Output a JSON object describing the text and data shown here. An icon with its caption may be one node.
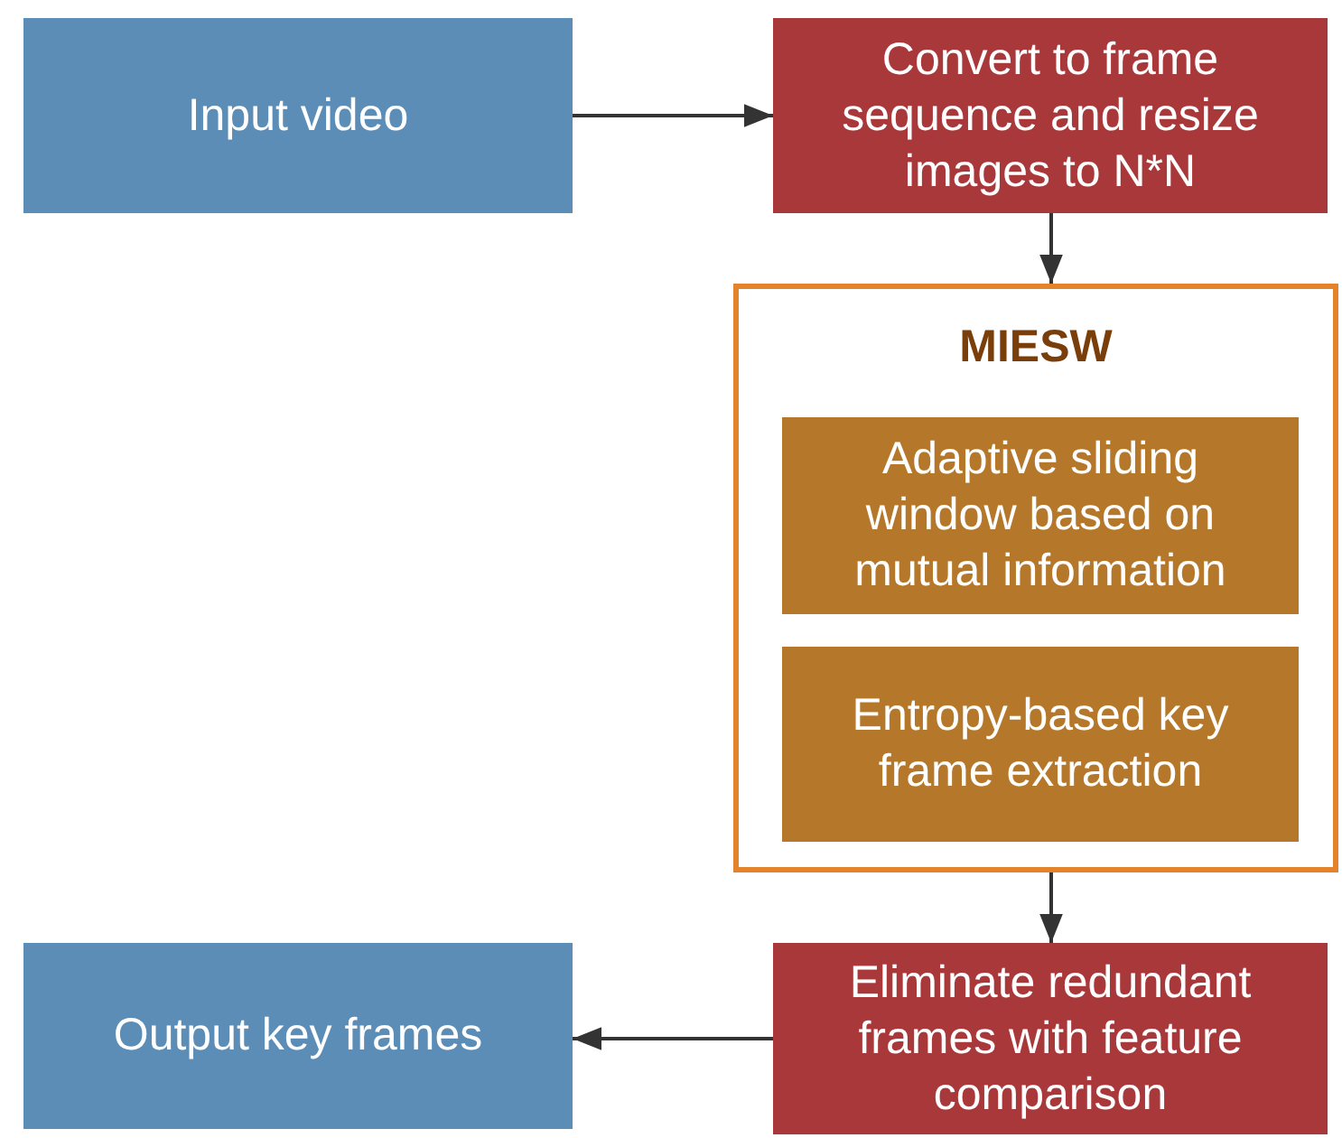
{
  "diagram": {
    "nodes": [
      {
        "text": [
          "Input video"
        ]
      },
      {
        "text": [
          "Convert to frame sequence and resize images to N*N"
        ]
      },
      {
        "text": [
          "MIESW"
        ]
      },
      {
        "text": [
          "Adaptive sliding window based on mutual information"
        ],
        "in": 2
      },
      {
        "text": [
          "Entropy-based key frame extraction"
        ],
        "in": 2
      },
      {
        "text": [
          "Eliminate redundant frames with feature comparison"
        ]
      },
      {
        "text": [
          "Output key frames"
        ]
      }
    ],
    "edges": [
      {
        "from": 0,
        "to": 1,
        "arrow": "to"
      },
      {
        "from": 1,
        "to": 2,
        "arrow": "to"
      },
      {
        "from": 2,
        "to": 5,
        "arrow": "to"
      },
      {
        "from": 5,
        "to": 6,
        "arrow": "to"
      }
    ]
  }
}
